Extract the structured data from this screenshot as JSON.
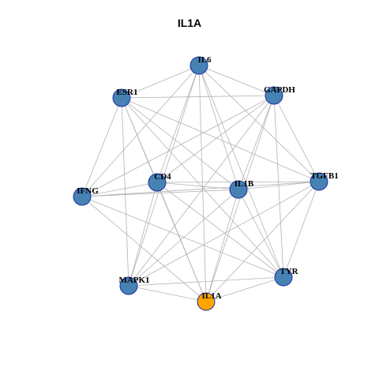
{
  "title": "IL1A",
  "colors": {
    "node_default": "#4682B4",
    "node_highlight": "#FFA500",
    "node_border": "#1F2FA8",
    "edge": "#B3B3B3"
  },
  "nodes": [
    {
      "id": "IL6",
      "label": "IL6",
      "highlight": false
    },
    {
      "id": "GAPDH",
      "label": "GAPDH",
      "highlight": false
    },
    {
      "id": "TGFB1",
      "label": "TGFB1",
      "highlight": false
    },
    {
      "id": "TYR",
      "label": "TYR",
      "highlight": false
    },
    {
      "id": "IL1A",
      "label": "IL1A",
      "highlight": true
    },
    {
      "id": "MAPK1",
      "label": "MAPK1",
      "highlight": false
    },
    {
      "id": "IFNG",
      "label": "IFNG",
      "highlight": false
    },
    {
      "id": "ESR1",
      "label": "ESR1",
      "highlight": false
    },
    {
      "id": "CD4",
      "label": "CD4",
      "highlight": false
    },
    {
      "id": "IL1B",
      "label": "IL1B",
      "highlight": false
    }
  ],
  "edges": [
    [
      "IL6",
      "GAPDH"
    ],
    [
      "IL6",
      "TGFB1"
    ],
    [
      "IL6",
      "TYR"
    ],
    [
      "IL6",
      "IL1A"
    ],
    [
      "IL6",
      "MAPK1"
    ],
    [
      "IL6",
      "IFNG"
    ],
    [
      "IL6",
      "ESR1"
    ],
    [
      "IL6",
      "CD4"
    ],
    [
      "IL6",
      "IL1B"
    ],
    [
      "GAPDH",
      "TGFB1"
    ],
    [
      "GAPDH",
      "TYR"
    ],
    [
      "GAPDH",
      "IL1A"
    ],
    [
      "GAPDH",
      "MAPK1"
    ],
    [
      "GAPDH",
      "IFNG"
    ],
    [
      "GAPDH",
      "ESR1"
    ],
    [
      "GAPDH",
      "CD4"
    ],
    [
      "GAPDH",
      "IL1B"
    ],
    [
      "TGFB1",
      "TYR"
    ],
    [
      "TGFB1",
      "IL1A"
    ],
    [
      "TGFB1",
      "MAPK1"
    ],
    [
      "TGFB1",
      "IFNG"
    ],
    [
      "TGFB1",
      "ESR1"
    ],
    [
      "TGFB1",
      "CD4"
    ],
    [
      "TGFB1",
      "IL1B"
    ],
    [
      "TYR",
      "IL1A"
    ],
    [
      "TYR",
      "MAPK1"
    ],
    [
      "TYR",
      "IFNG"
    ],
    [
      "TYR",
      "ESR1"
    ],
    [
      "TYR",
      "CD4"
    ],
    [
      "TYR",
      "IL1B"
    ],
    [
      "IL1A",
      "MAPK1"
    ],
    [
      "IL1A",
      "IFNG"
    ],
    [
      "IL1A",
      "ESR1"
    ],
    [
      "IL1A",
      "CD4"
    ],
    [
      "IL1A",
      "IL1B"
    ],
    [
      "MAPK1",
      "ESR1"
    ],
    [
      "MAPK1",
      "CD4"
    ],
    [
      "MAPK1",
      "IL1B"
    ],
    [
      "IFNG",
      "ESR1"
    ],
    [
      "IFNG",
      "CD4"
    ],
    [
      "IFNG",
      "IL1B"
    ],
    [
      "ESR1",
      "CD4"
    ],
    [
      "ESR1",
      "IL1B"
    ],
    [
      "CD4",
      "IL1B"
    ]
  ]
}
